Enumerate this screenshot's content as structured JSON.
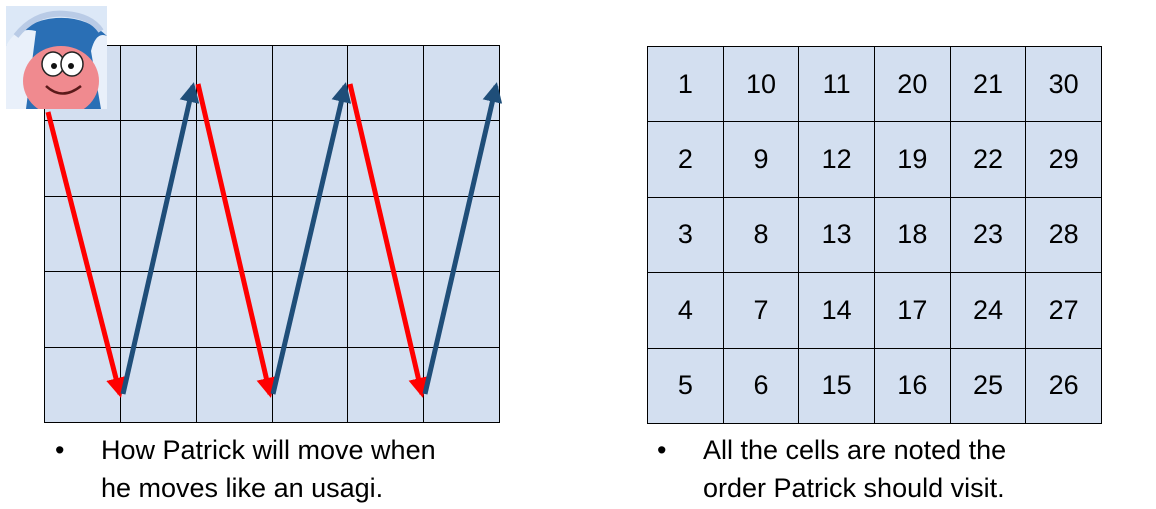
{
  "diagram": {
    "left_grid": {
      "rows": 5,
      "cols": 6
    },
    "right_grid": {
      "rows": [
        [
          "1",
          "10",
          "11",
          "20",
          "21",
          "30"
        ],
        [
          "2",
          "9",
          "12",
          "19",
          "22",
          "29"
        ],
        [
          "3",
          "8",
          "13",
          "18",
          "23",
          "28"
        ],
        [
          "4",
          "7",
          "14",
          "17",
          "24",
          "27"
        ],
        [
          "5",
          "6",
          "15",
          "16",
          "25",
          "26"
        ]
      ]
    },
    "arrow_colors": {
      "down": "#ff0000",
      "up": "#1f4e79"
    },
    "cell_color": "#d3dff0"
  },
  "captions": {
    "left": {
      "bullet": "•",
      "line1": "How Patrick will move when",
      "line2": "he moves like an usagi."
    },
    "right": {
      "bullet": "•",
      "line1": "All the cells are noted the",
      "line2": "order Patrick should visit."
    }
  }
}
